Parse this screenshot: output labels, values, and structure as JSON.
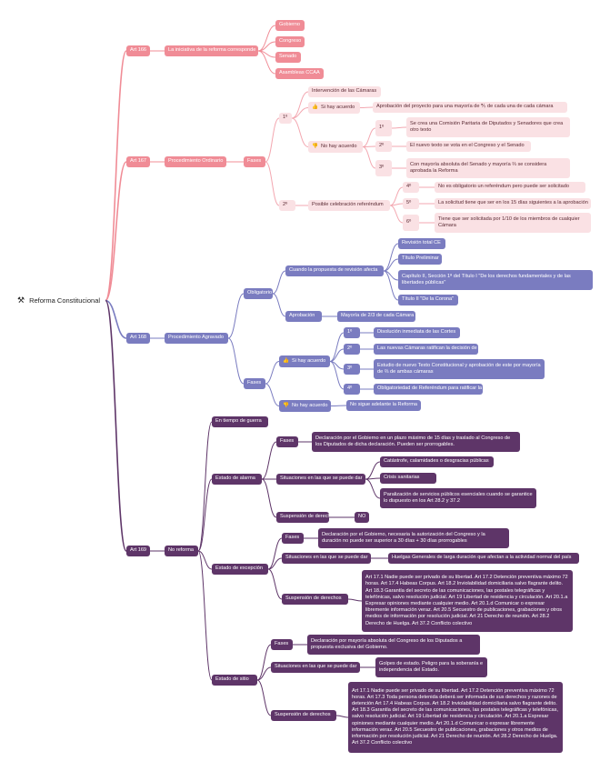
{
  "root": {
    "icon": "hammer-icon",
    "label": "Reforma   Constitucional"
  },
  "nodes": {
    "art166": "Art 166",
    "iniciativa": "La iniciativa de la reforma corresponde",
    "gobierno": "Gobierno",
    "congreso": "Congreso",
    "senado": "Senado",
    "asambleas": "Asambleas CCAA",
    "art167": "Art 167",
    "proc_ord": "Procedimiento Ordinario",
    "fases_ord": "Fases",
    "o_1": "1º",
    "intervencion": "Intervención de las Cámaras",
    "si_acuerdo_ord": "Si hay acuerdo",
    "aprobacion_35": "Aprobación del proyecto para una mayoría de ⅗ de cada una de cada cámara",
    "no_acuerdo_ord": "No hay acuerdo",
    "na_1": "1º",
    "na_1_text": "Se crea una Comisión Paritaria de Diputados y Senadores que crea otro texto",
    "na_2": "2º",
    "na_2_text": "El nuevo texto se vota en el Congreso y el Senado",
    "na_3": "3º",
    "na_3_text": "Con mayoría absoluta del Senado y mayoría ⅔ se considera aprobada la Reforma",
    "o_2": "2º",
    "posible_ref": "Posible celebración referéndum",
    "pr_4": "4º",
    "pr_4_text": "No es obligatorio un referéndum pero puede ser solicitado",
    "pr_5": "5º",
    "pr_5_text": "La solicitud tiene que ser en los 15 días siguientes a la aprobación",
    "pr_6": "6º",
    "pr_6_text": "Tiene que ser solicitada por 1/10 de los miembros de cualquier Cámara",
    "art168": "Art 168",
    "proc_agr": "Procedimiento Agravado",
    "obligatorio": "Obligatorio",
    "cuando_afecta": "Cuando la propuesta de revisión afecta",
    "revision_total": "Revisión total CE",
    "titulo_prel": "Título Preliminar",
    "capitulo2": "Capítulo II, Sección 1ª del Título I \"De los derechos fundamentales y de las libertades públicas\"",
    "titulo2": "Título II \"De la Corona\"",
    "aprobacion_agr": "Aprobación",
    "mayoria_23": "Mayoría de 2/3 de cada Cámara",
    "fases_agr": "Fases",
    "si_acuerdo_agr": "Si hay acuerdo",
    "sa_1": "1º",
    "sa_1_text": "Disolución inmediata de las Cortes",
    "sa_2": "2º",
    "sa_2_text": "Las nuevas Cámaras ratifican la decisión de Reforma",
    "sa_3": "3º",
    "sa_3_text": "Estudio de nuevo Texto Constitucional y aprobación de este por mayoría de ⅔ de ambas cámaras",
    "sa_4": "4º",
    "sa_4_text": "Obligatoriedad de Referéndum para ratificar la Reforma",
    "no_acuerdo_agr": "No hay acuerdo",
    "no_sigue": "No sigue adelante la Reforma",
    "art169": "Art 169",
    "no_reforma": "No reforma",
    "tiempo_guerra": "En tiempo de guerra",
    "estado_alarma": "Estado de alarma",
    "ea_fases": "Fases",
    "ea_fases_text": "Declaración por el Gobierno en un plazo máximo de 15 días y traslado al Congreso de los Diputados de dicha declaración. Pueden ser prorrogables.",
    "ea_situaciones": "Situaciones en las que se puede dar",
    "ea_s1": "Catástrofe, calamidades o desgracias públicas",
    "ea_s2": "Crisis sanitarias",
    "ea_s3": "Paralización de servicios públicos esenciales cuando se garantice lo dispuesto en los Art 28.2 y 37.2",
    "ea_suspension": "Suspensión de derechos",
    "ea_no": "NO",
    "estado_excepcion": "Estado de excepción",
    "ex_fases": "Fases",
    "ex_fases_text": "Declaración por el Gobierno, necesaria la autorización del Congreso y la duración no puede ser superior a 30 días + 30 días prorrogables",
    "ex_situaciones": "Situaciones en las que se puede dar",
    "ex_s1": "Huelgas Generales de larga duración que afectan a la actividad normal del país",
    "ex_suspension": "Suspensión de derechos",
    "ex_susp_text": "Art 17.1 Nadie puede ser privado de su libertad. Art 17.2 Detención preventiva máximo 72 horas. Art 17.4 Habeas Corpus. Art 18.2 Inviolabilidad domiciliaria salvo flagrante delito. Art 18.3 Garantía del secreto de las comunicaciones, las postales telegráficas y telefónicas, salvo resolución judicial. Art 19 Libertad de residencia y circulación. Art 20.1.a Expresar opiniones mediante cualquier medio. Art 20.1.d Comunicar o expresar libremente información veraz. Art 20.5 Secuestro de publicaciones, grabaciones y otros medios de información por resolución judicial. Art 21 Derecho de reunión. Art 28.2 Derecho de Huelga. Art 37.2 Conflicto colectivo",
    "estado_sitio": "Estado de sitio",
    "es_fases": "Fases",
    "es_fases_text": "Declaración por mayoría absoluta del Congreso de los Diputados a propuesta exclusiva del Gobierno.",
    "es_situaciones": "Situaciones en las que se puede dar",
    "es_s1": "Golpes de estado. Peligro para la soberanía e independencia del Estado.",
    "es_suspension": "Suspensión de derechos",
    "es_susp_text": "Art 17.1 Nadie puede ser privado de su libertad. Art 17.2 Detención preventiva máximo 72 horas. Art 17.3 Toda persona detenida deberá ser informada de sus derechos y razones de detención Art 17.4 Habeas Corpus. Art 18.2 Inviolabilidad domiciliaria salvo flagrante delito. Art 18.3 Garantía del secreto de las comunicaciones, las postales telegráficas y telefónicas, salvo resolución judicial. Art 19 Libertad de residencia y circulación. Art 20.1.a Expresar opiniones mediante cualquier medio. Art 20.1.d Comunicar o expresar libremente información veraz. Art 20.5 Secuestro de publicaciones, grabaciones y otros medios de información por resolución judicial. Art 21 Derecho de reunión. Art 28.2 Derecho de Huelga. Art 37.2 Conflicto colectivo"
  },
  "icons": {
    "si_acuerdo": "thumbs-up-icon",
    "no_acuerdo": "thumbs-down-icon"
  },
  "colors": {
    "art166": "#f08c96",
    "art167": "#f08c96",
    "art168": "#7a7cc0",
    "art169": "#5e3568"
  }
}
